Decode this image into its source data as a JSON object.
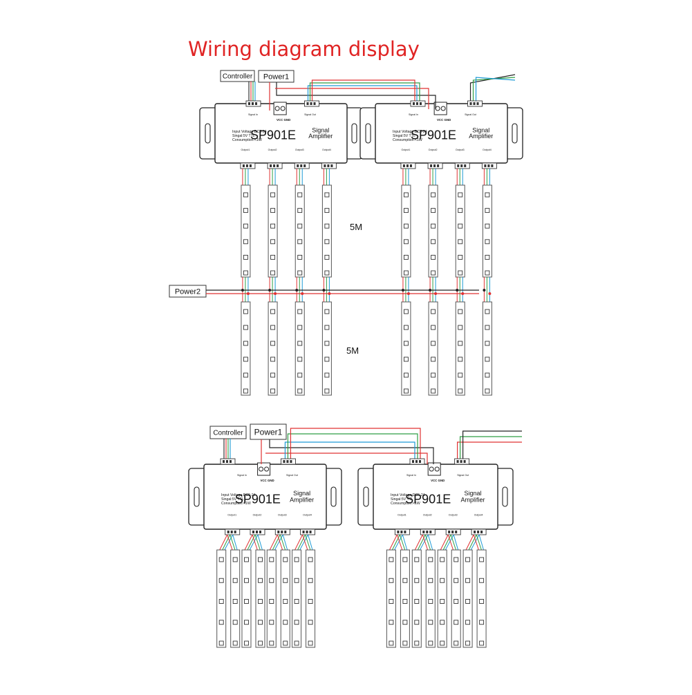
{
  "title": "Wiring diagram display",
  "labels": {
    "controller": "Controller",
    "power1": "Power1",
    "power2": "Power2",
    "length_top": "5M",
    "length_bottom": "5M"
  },
  "device": {
    "model": "SP901E",
    "name_line1": "Signal",
    "name_line2": "Amplifier",
    "spec_line1": "Input Voltage:DC5-24",
    "spec_line2": "Singal:5V TTL",
    "spec_line3": "Consumption:<1W",
    "signal_in": "Signal In",
    "signal_out": "Signal Out",
    "power_terminal": "VCC GND",
    "outputs": [
      "Output1",
      "Output2",
      "Output3",
      "Output4"
    ]
  },
  "colors": {
    "title": "#e02424",
    "wire_red": "#e03131",
    "wire_green": "#2f9e44",
    "wire_blue": "#1c9ad6",
    "wire_black": "#222222"
  }
}
